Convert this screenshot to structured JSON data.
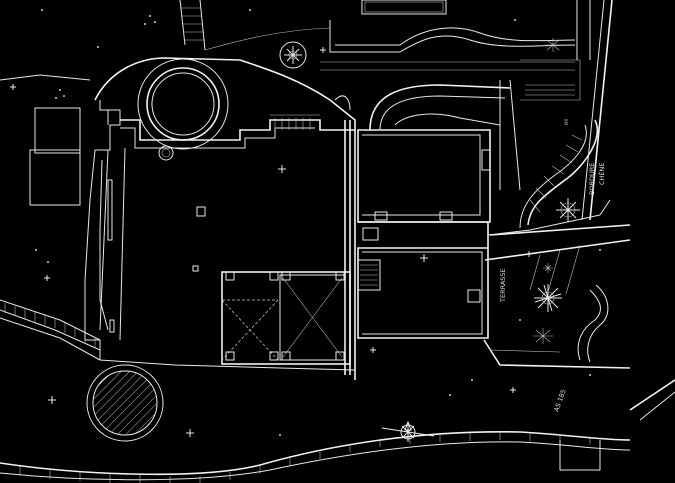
{
  "colors": {
    "background": "#000000",
    "linework": "#ececec"
  },
  "labels": {
    "terrasse": "TERRASSE",
    "bordure": "BORDURE",
    "chene": "CHÊNE",
    "parcel": "AS 185",
    "mr": "MR"
  },
  "icons": [
    "tree-symbol-icon",
    "compass-rose-icon",
    "cross-marker-icon"
  ]
}
